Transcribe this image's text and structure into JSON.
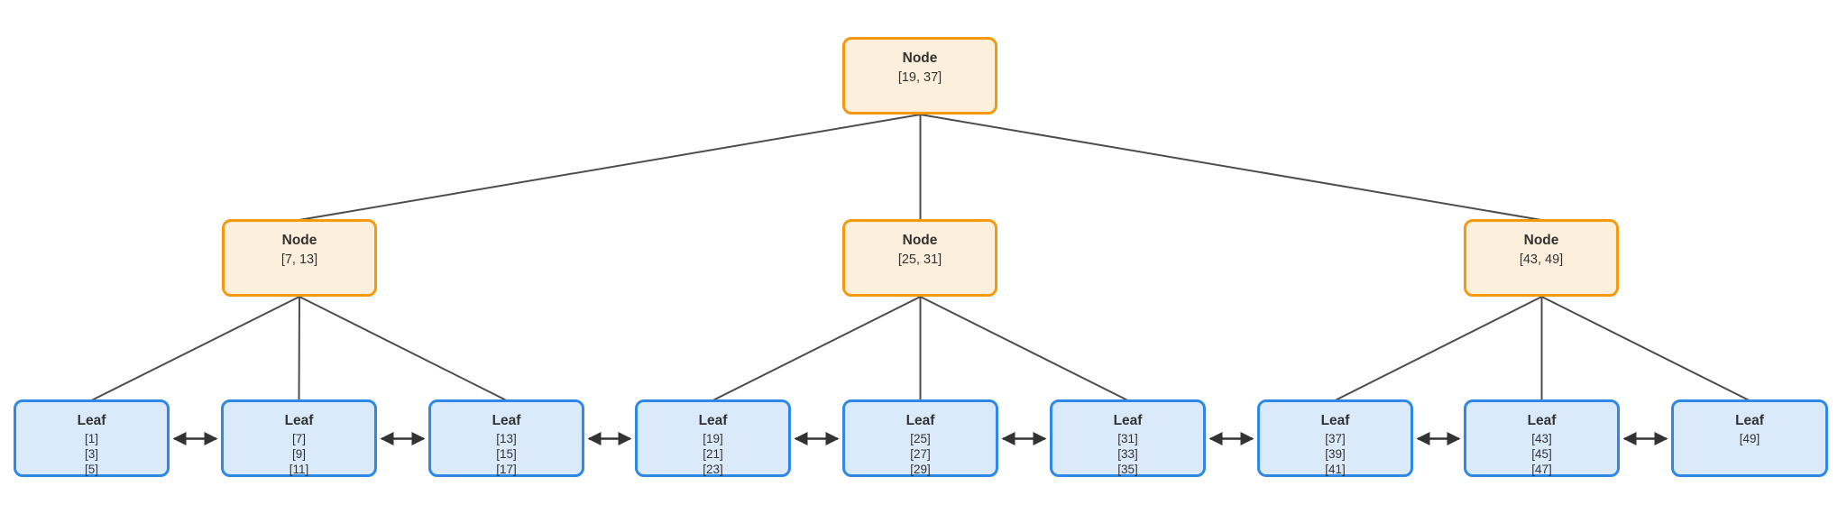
{
  "diagram": {
    "type": "b-plus-tree",
    "colors": {
      "internal_border": "#f5990e",
      "internal_fill": "#fcf0dc",
      "leaf_border": "#2f88e5",
      "leaf_fill": "#daeafb",
      "edge": "#4d4d4d",
      "arrow": "#333333",
      "text": "#333333",
      "background": "#ffffff"
    },
    "tree": {
      "root": {
        "label": "Node",
        "keys": "[19, 37]"
      },
      "internal": [
        {
          "label": "Node",
          "keys": "[7, 13]"
        },
        {
          "label": "Node",
          "keys": "[25, 31]"
        },
        {
          "label": "Node",
          "keys": "[43, 49]"
        }
      ],
      "leaves": [
        {
          "label": "Leaf",
          "values": [
            "[1]",
            "[3]",
            "[5]"
          ]
        },
        {
          "label": "Leaf",
          "values": [
            "[7]",
            "[9]",
            "[11]"
          ]
        },
        {
          "label": "Leaf",
          "values": [
            "[13]",
            "[15]",
            "[17]"
          ]
        },
        {
          "label": "Leaf",
          "values": [
            "[19]",
            "[21]",
            "[23]"
          ]
        },
        {
          "label": "Leaf",
          "values": [
            "[25]",
            "[27]",
            "[29]"
          ]
        },
        {
          "label": "Leaf",
          "values": [
            "[31]",
            "[33]",
            "[35]"
          ]
        },
        {
          "label": "Leaf",
          "values": [
            "[37]",
            "[39]",
            "[41]"
          ]
        },
        {
          "label": "Leaf",
          "values": [
            "[43]",
            "[45]",
            "[47]"
          ]
        },
        {
          "label": "Leaf",
          "values": [
            "[49]"
          ]
        }
      ]
    }
  }
}
